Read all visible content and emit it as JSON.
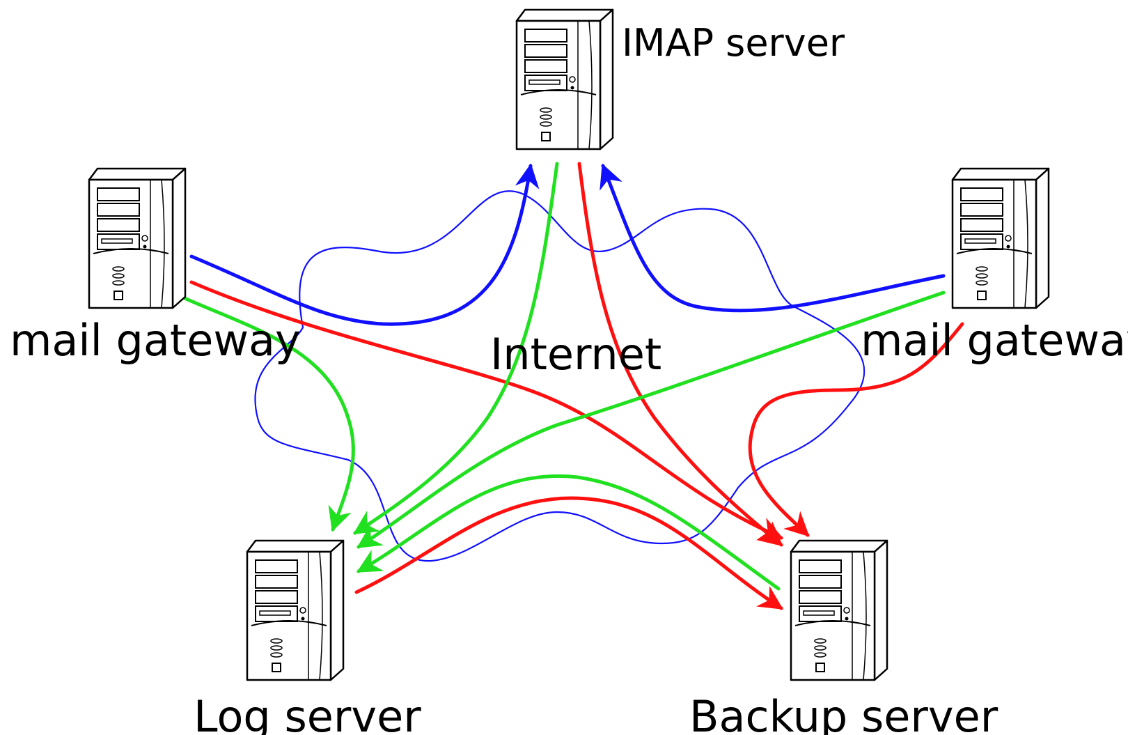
{
  "nodes": {
    "imap_server": {
      "label": "IMAP server"
    },
    "mail_gateway_left": {
      "label": "mail gateway"
    },
    "mail_gateway_right": {
      "label": "mail gateway"
    },
    "log_server": {
      "label": "Log server"
    },
    "backup_server": {
      "label": "Backup server"
    }
  },
  "network": {
    "label": "Internet"
  },
  "colors": {
    "blue": "#1010ff",
    "red": "#ff1010",
    "green": "#20e020",
    "text": "#000000"
  },
  "icons": {
    "server": "server-tower-icon"
  }
}
